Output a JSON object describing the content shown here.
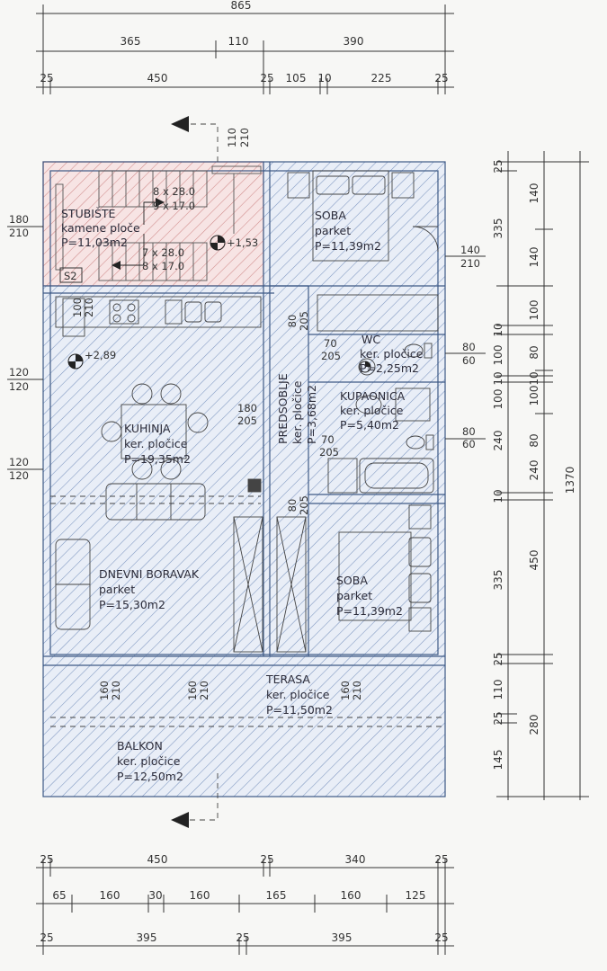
{
  "colors": {
    "blue_hatch": "#7d96c0",
    "red_hatch": "#cf8a8a",
    "wall": "#3e5a86",
    "dimension": "#333333",
    "background": "#f7f7f5"
  },
  "dims": {
    "top": [
      "865",
      "365",
      "110",
      "390",
      "25",
      "450",
      "25",
      "105",
      "10",
      "225",
      "25"
    ],
    "bottom": [
      "25",
      "450",
      "25",
      "340",
      "25",
      "65",
      "160",
      "30",
      "160",
      "165",
      "160",
      "125",
      "25",
      "395",
      "25",
      "395",
      "25"
    ],
    "right_inner": [
      "25",
      "140",
      "140",
      "10",
      "100",
      "10",
      "80",
      "100",
      "10",
      "240",
      "80",
      "10",
      "450",
      "25",
      "110",
      "25",
      "145"
    ],
    "right_outer": [
      "335",
      "100",
      "100",
      "240",
      "335",
      "280",
      "1370"
    ]
  },
  "openings": {
    "door_stair_top": [
      "110",
      "210"
    ],
    "left_stair": [
      "180",
      "210"
    ],
    "left_kitchen_1": [
      "120",
      "120"
    ],
    "left_kitchen_2": [
      "120",
      "120"
    ],
    "soba_window": [
      "140",
      "210"
    ],
    "wc_window": [
      "80",
      "60"
    ],
    "bath_window": [
      "80",
      "60"
    ],
    "kitchen_fridge": [
      "100",
      "210"
    ],
    "door_hall_top": [
      "80",
      "205"
    ],
    "door_wc": [
      "70",
      "205"
    ],
    "door_kitchen": [
      "180",
      "205"
    ],
    "door_bath": [
      "70",
      "205"
    ],
    "door_soba2": [
      "80",
      "205"
    ],
    "terrace_1": [
      "160",
      "210"
    ],
    "terrace_2": [
      "160",
      "210"
    ],
    "terrace_3": [
      "160",
      "210"
    ]
  },
  "stairs": {
    "flight_1": "8 x 28.0",
    "flight_2": "9 x 17.0",
    "flight_3": "7 x 28.0",
    "flight_4": "8 x 17.0",
    "tag": "S2"
  },
  "levels": {
    "stair": "+1,53",
    "kitchen": "+2,89"
  },
  "rooms": {
    "stubiste": {
      "name": "STUBIŠTE",
      "floor": "kamene ploče",
      "area": "P=11,03m2"
    },
    "soba1": {
      "name": "SOBA",
      "floor": "parket",
      "area": "P=11,39m2"
    },
    "wc": {
      "name": "WC",
      "floor": "ker. pločice",
      "area": "P=2,25m2"
    },
    "kupaonica": {
      "name": "KUPAONICA",
      "floor": "ker. pločice",
      "area": "P=5,40m2"
    },
    "predsoblje": {
      "name": "PREDSOBLJE",
      "floor": "ker. pločice",
      "area": "P=3,68m2"
    },
    "kuhinja": {
      "name": "KUHINJA",
      "floor": "ker. pločice",
      "area": "P=19,35m2"
    },
    "dnevni": {
      "name": "DNEVNI BORAVAK",
      "floor": "parket",
      "area": "P=15,30m2"
    },
    "soba2": {
      "name": "SOBA",
      "floor": "parket",
      "area": "P=11,39m2"
    },
    "terasa": {
      "name": "TERASA",
      "floor": "ker. pločice",
      "area": "P=11,50m2"
    },
    "balkon": {
      "name": "BALKON",
      "floor": "ker. pločice",
      "area": "P=12,50m2"
    }
  }
}
